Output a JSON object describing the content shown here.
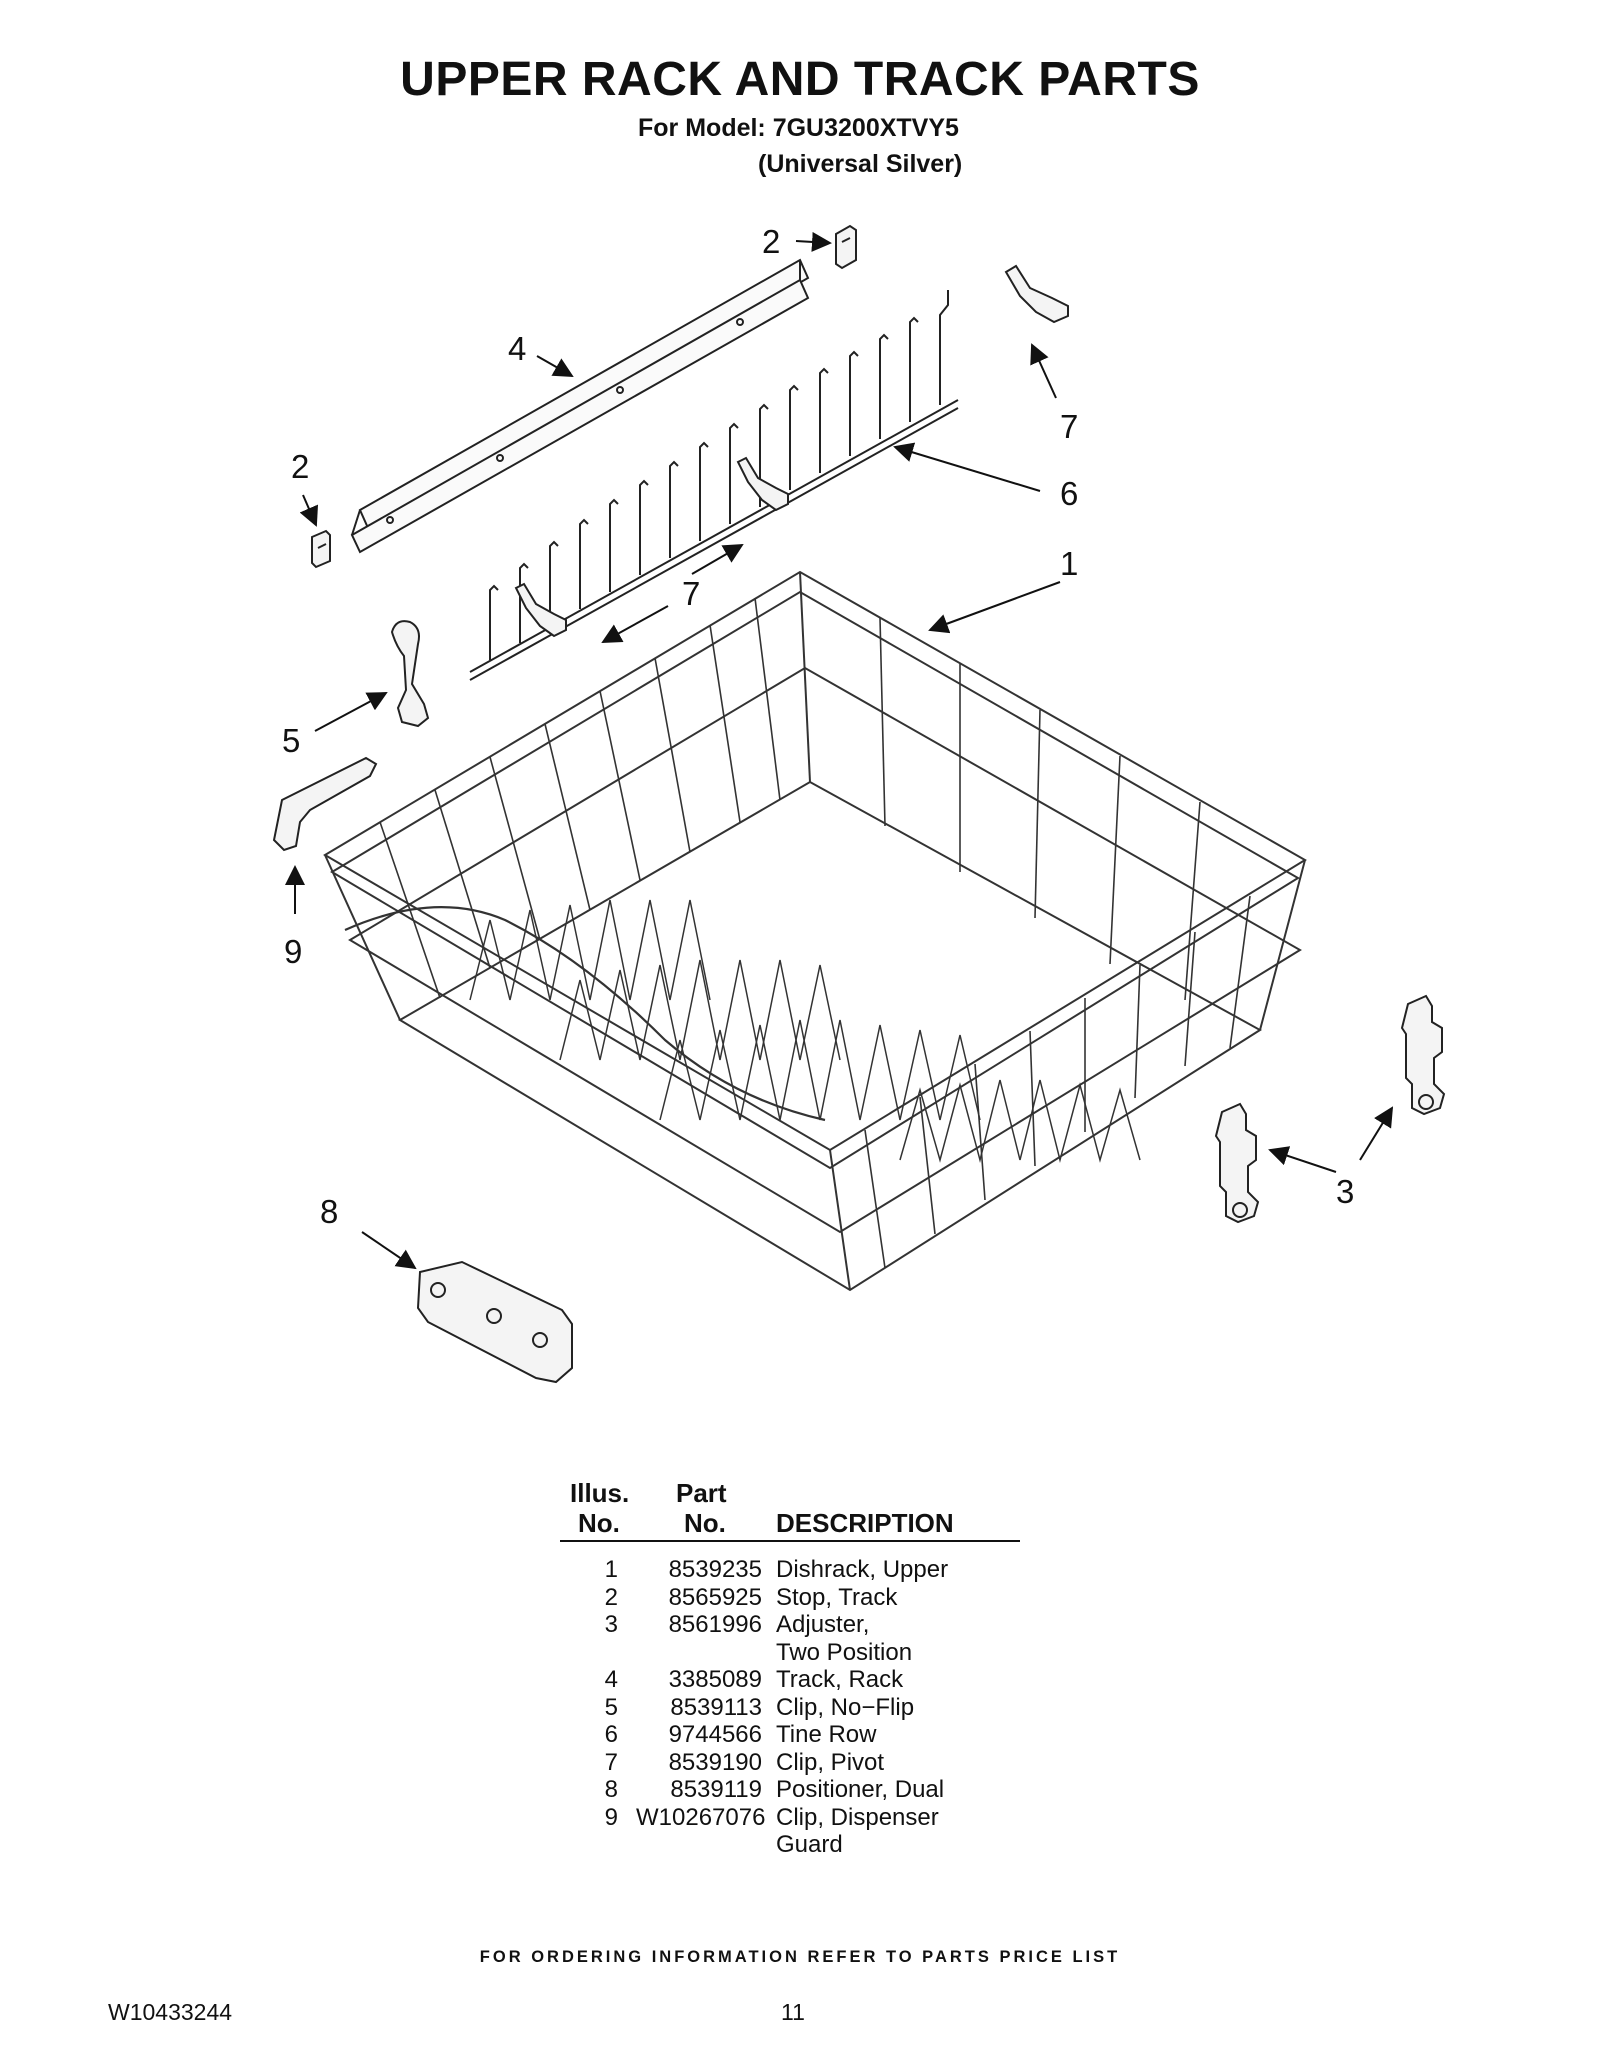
{
  "title": "UPPER RACK AND TRACK PARTS",
  "model_line": "For Model: 7GU3200XTVY5",
  "variant_line": "(Universal Silver)",
  "callouts": [
    "2",
    "4",
    "2",
    "7",
    "6",
    "1",
    "7",
    "5",
    "9",
    "3",
    "8"
  ],
  "table": {
    "headers": {
      "illus_top": "Illus.",
      "illus_bottom": "No.",
      "part_top": "Part",
      "part_bottom": "No.",
      "description": "DESCRIPTION"
    },
    "rows": [
      {
        "illus": "1",
        "part": "8539235",
        "desc": "Dishrack, Upper"
      },
      {
        "illus": "2",
        "part": "8565925",
        "desc": "Stop, Track"
      },
      {
        "illus": "3",
        "part": "8561996",
        "desc": "Adjuster,"
      },
      {
        "illus": "",
        "part": "",
        "desc": "Two Position"
      },
      {
        "illus": "4",
        "part": "3385089",
        "desc": "Track, Rack"
      },
      {
        "illus": "5",
        "part": "8539113",
        "desc": "Clip, No−Flip"
      },
      {
        "illus": "6",
        "part": "9744566",
        "desc": "Tine Row"
      },
      {
        "illus": "7",
        "part": "8539190",
        "desc": "Clip, Pivot"
      },
      {
        "illus": "8",
        "part": "8539119",
        "desc": "Positioner, Dual"
      },
      {
        "illus": "9",
        "part": "W10267076",
        "desc": "Clip, Dispenser"
      },
      {
        "illus": "",
        "part": "",
        "desc": "Guard"
      }
    ]
  },
  "footer": {
    "ordering_note": "FOR ORDERING INFORMATION REFER TO PARTS PRICE LIST",
    "doc_number": "W10433244",
    "page_number": "11"
  }
}
